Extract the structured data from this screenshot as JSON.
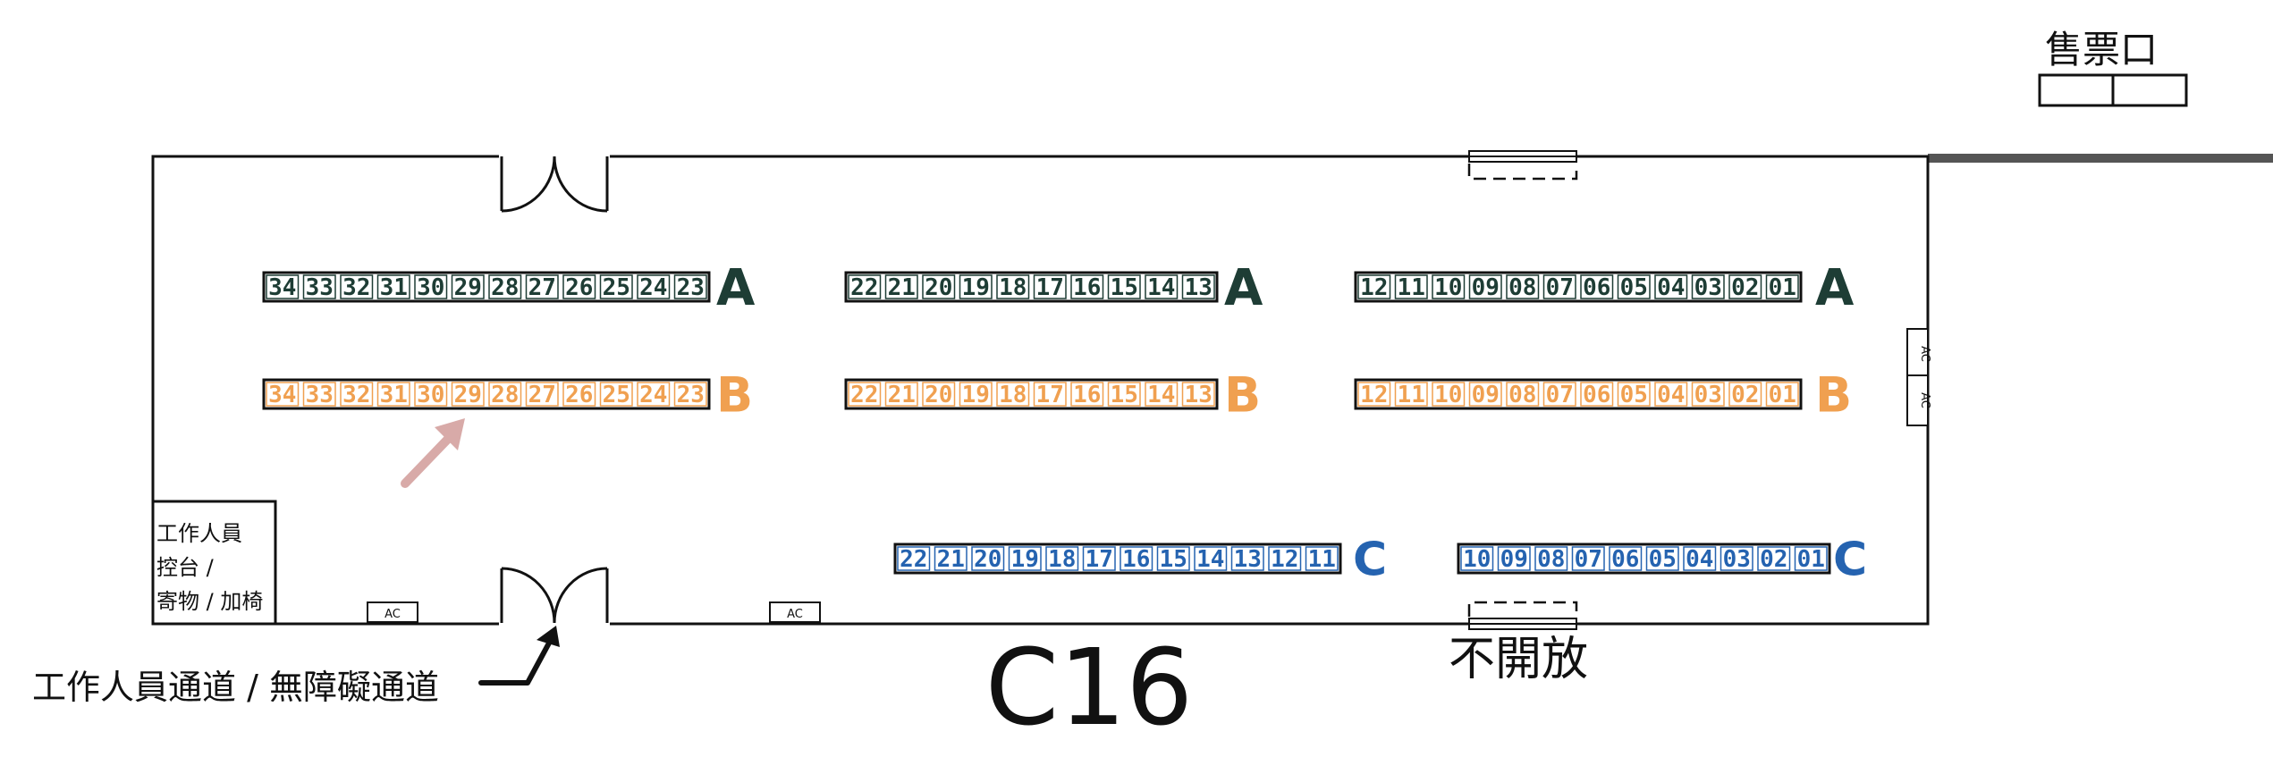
{
  "map": {
    "hall_name": "C16",
    "ticket_office_label": "售票口",
    "closed_label": "不開放",
    "staff_area_lines": [
      "工作人員",
      "控台 /",
      "寄物 / 加椅"
    ],
    "staff_passage_label": "工作人員通道 / 無障礙通道",
    "ac_label": "AC"
  },
  "colors": {
    "row_a": "#1e3d35",
    "row_b": "#f0a050",
    "row_c": "#2563b0",
    "arrow": "#d8aaa8",
    "wall": "#111111"
  },
  "rows": {
    "A": {
      "letter": "A",
      "groups": [
        [
          "34",
          "33",
          "32",
          "31",
          "30",
          "29",
          "28",
          "27",
          "26",
          "25",
          "24",
          "23"
        ],
        [
          "22",
          "21",
          "20",
          "19",
          "18",
          "17",
          "16",
          "15",
          "14",
          "13"
        ],
        [
          "12",
          "11",
          "10",
          "09",
          "08",
          "07",
          "06",
          "05",
          "04",
          "03",
          "02",
          "01"
        ]
      ]
    },
    "B": {
      "letter": "B",
      "groups": [
        [
          "34",
          "33",
          "32",
          "31",
          "30",
          "29",
          "28",
          "27",
          "26",
          "25",
          "24",
          "23"
        ],
        [
          "22",
          "21",
          "20",
          "19",
          "18",
          "17",
          "16",
          "15",
          "14",
          "13"
        ],
        [
          "12",
          "11",
          "10",
          "09",
          "08",
          "07",
          "06",
          "05",
          "04",
          "03",
          "02",
          "01"
        ]
      ]
    },
    "C": {
      "letter": "C",
      "groups": [
        [
          "22",
          "21",
          "20",
          "19",
          "18",
          "17",
          "16",
          "15",
          "14",
          "13",
          "12",
          "11"
        ],
        [
          "10",
          "09",
          "08",
          "07",
          "06",
          "05",
          "04",
          "03",
          "02",
          "01"
        ]
      ]
    }
  },
  "highlight": {
    "row": "B",
    "seat": "29"
  }
}
